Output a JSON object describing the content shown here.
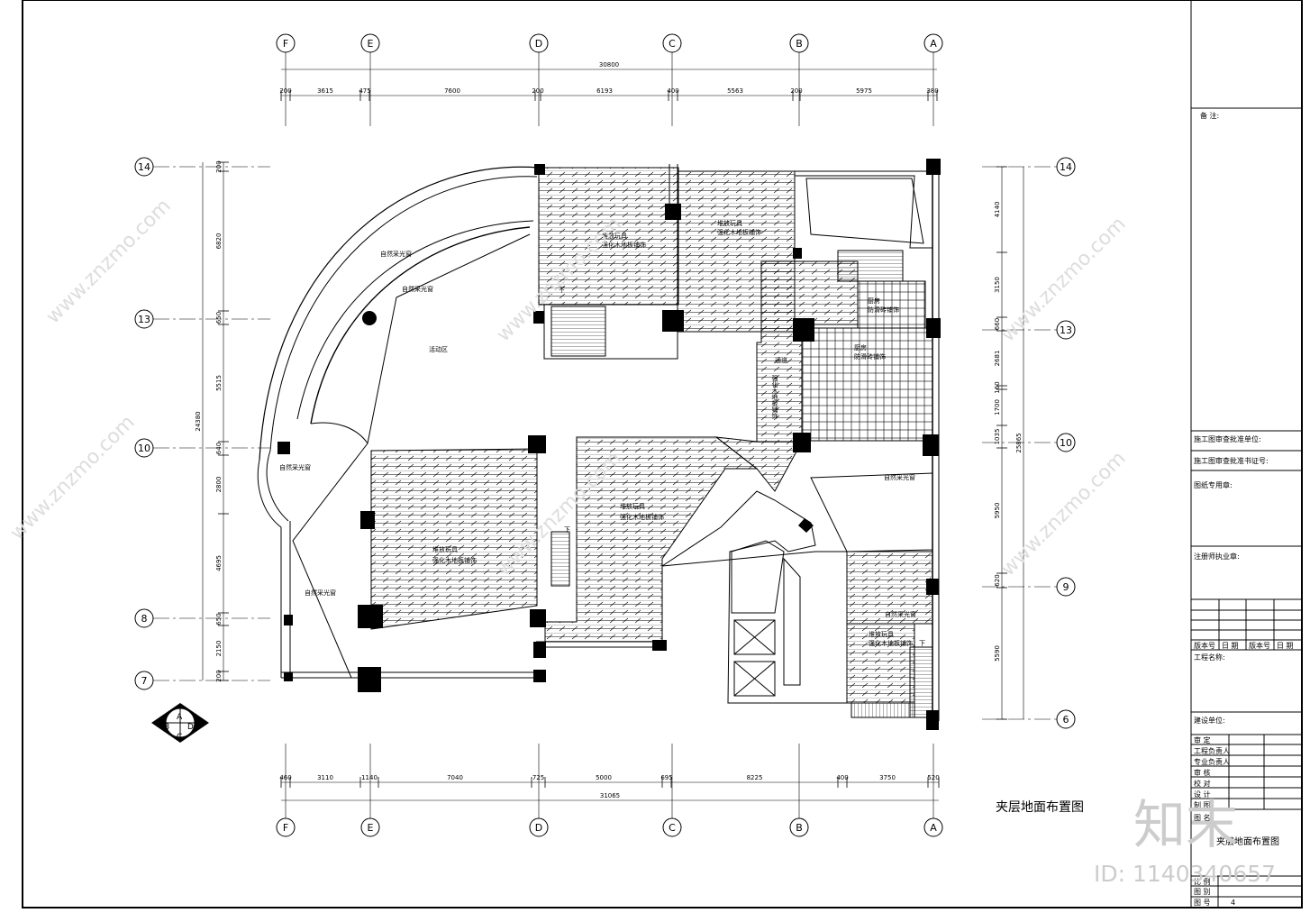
{
  "drawing": {
    "title": "夹层地面布置图",
    "grid_cols": [
      "F",
      "E",
      "D",
      "C",
      "B",
      "A"
    ],
    "grid_rows_left": [
      "14",
      "13",
      "10",
      "8",
      "7"
    ],
    "grid_rows_right": [
      "14",
      "13",
      "10",
      "9",
      "6"
    ],
    "top_total": "30800",
    "top_dims": [
      "200",
      "3615",
      "475",
      "7600",
      "200",
      "6193",
      "400",
      "5563",
      "200",
      "5975",
      "380"
    ],
    "bottom_total": "31065",
    "bottom_dims": [
      "460",
      "3110",
      "1140",
      "7040",
      "725",
      "5000",
      "695",
      "8225",
      "400",
      "3750",
      "520"
    ],
    "left_total": "24380",
    "left_dims": [
      "200",
      "6820",
      "650",
      "5515",
      "640",
      "2800",
      "4695",
      "650",
      "2150",
      "200"
    ],
    "right_total": "25865",
    "right_dims": [
      "4140",
      "3150",
      "660",
      "2681",
      "160",
      "1700",
      "1035",
      "5950",
      "620",
      "5590"
    ],
    "compass": [
      "A",
      "B",
      "C",
      "D"
    ]
  },
  "labels": {
    "play_store": "堆放玩具",
    "wood_floor": "强化木地板铺饰",
    "skylight": "自然采光窗",
    "activity": "活动区",
    "kitchen": "厨房",
    "kitchen_tile": "防滑砖铺饰",
    "corridor": "通道",
    "corridor_floor": "强化木地板铺饰",
    "down": "下"
  },
  "titleblock": {
    "remarks": "备  注:",
    "approve_unit": "施工图审查批准单位:",
    "approve_cert": "施工图审查批准书证号:",
    "seal": "图纸专用章:",
    "architect_seal": "注册师执业章:",
    "version_headers": [
      "版本号",
      "日 期",
      "版本号",
      "日 期"
    ],
    "project_name": "工程名称:",
    "client": "建设单位:",
    "roles": [
      "审   定",
      "工程负责人",
      "专业负责人",
      "审   核",
      "校   对",
      "设   计",
      "制   图",
      "图   名"
    ],
    "sheet_name": "夹层地面布置图",
    "ratio_label": "比   例",
    "category_label": "图   别",
    "number_label": "图   号",
    "number_value": "4"
  },
  "watermark": {
    "site": "www.znzmo.com",
    "brand": "知末",
    "id": "ID: 1140340657"
  }
}
